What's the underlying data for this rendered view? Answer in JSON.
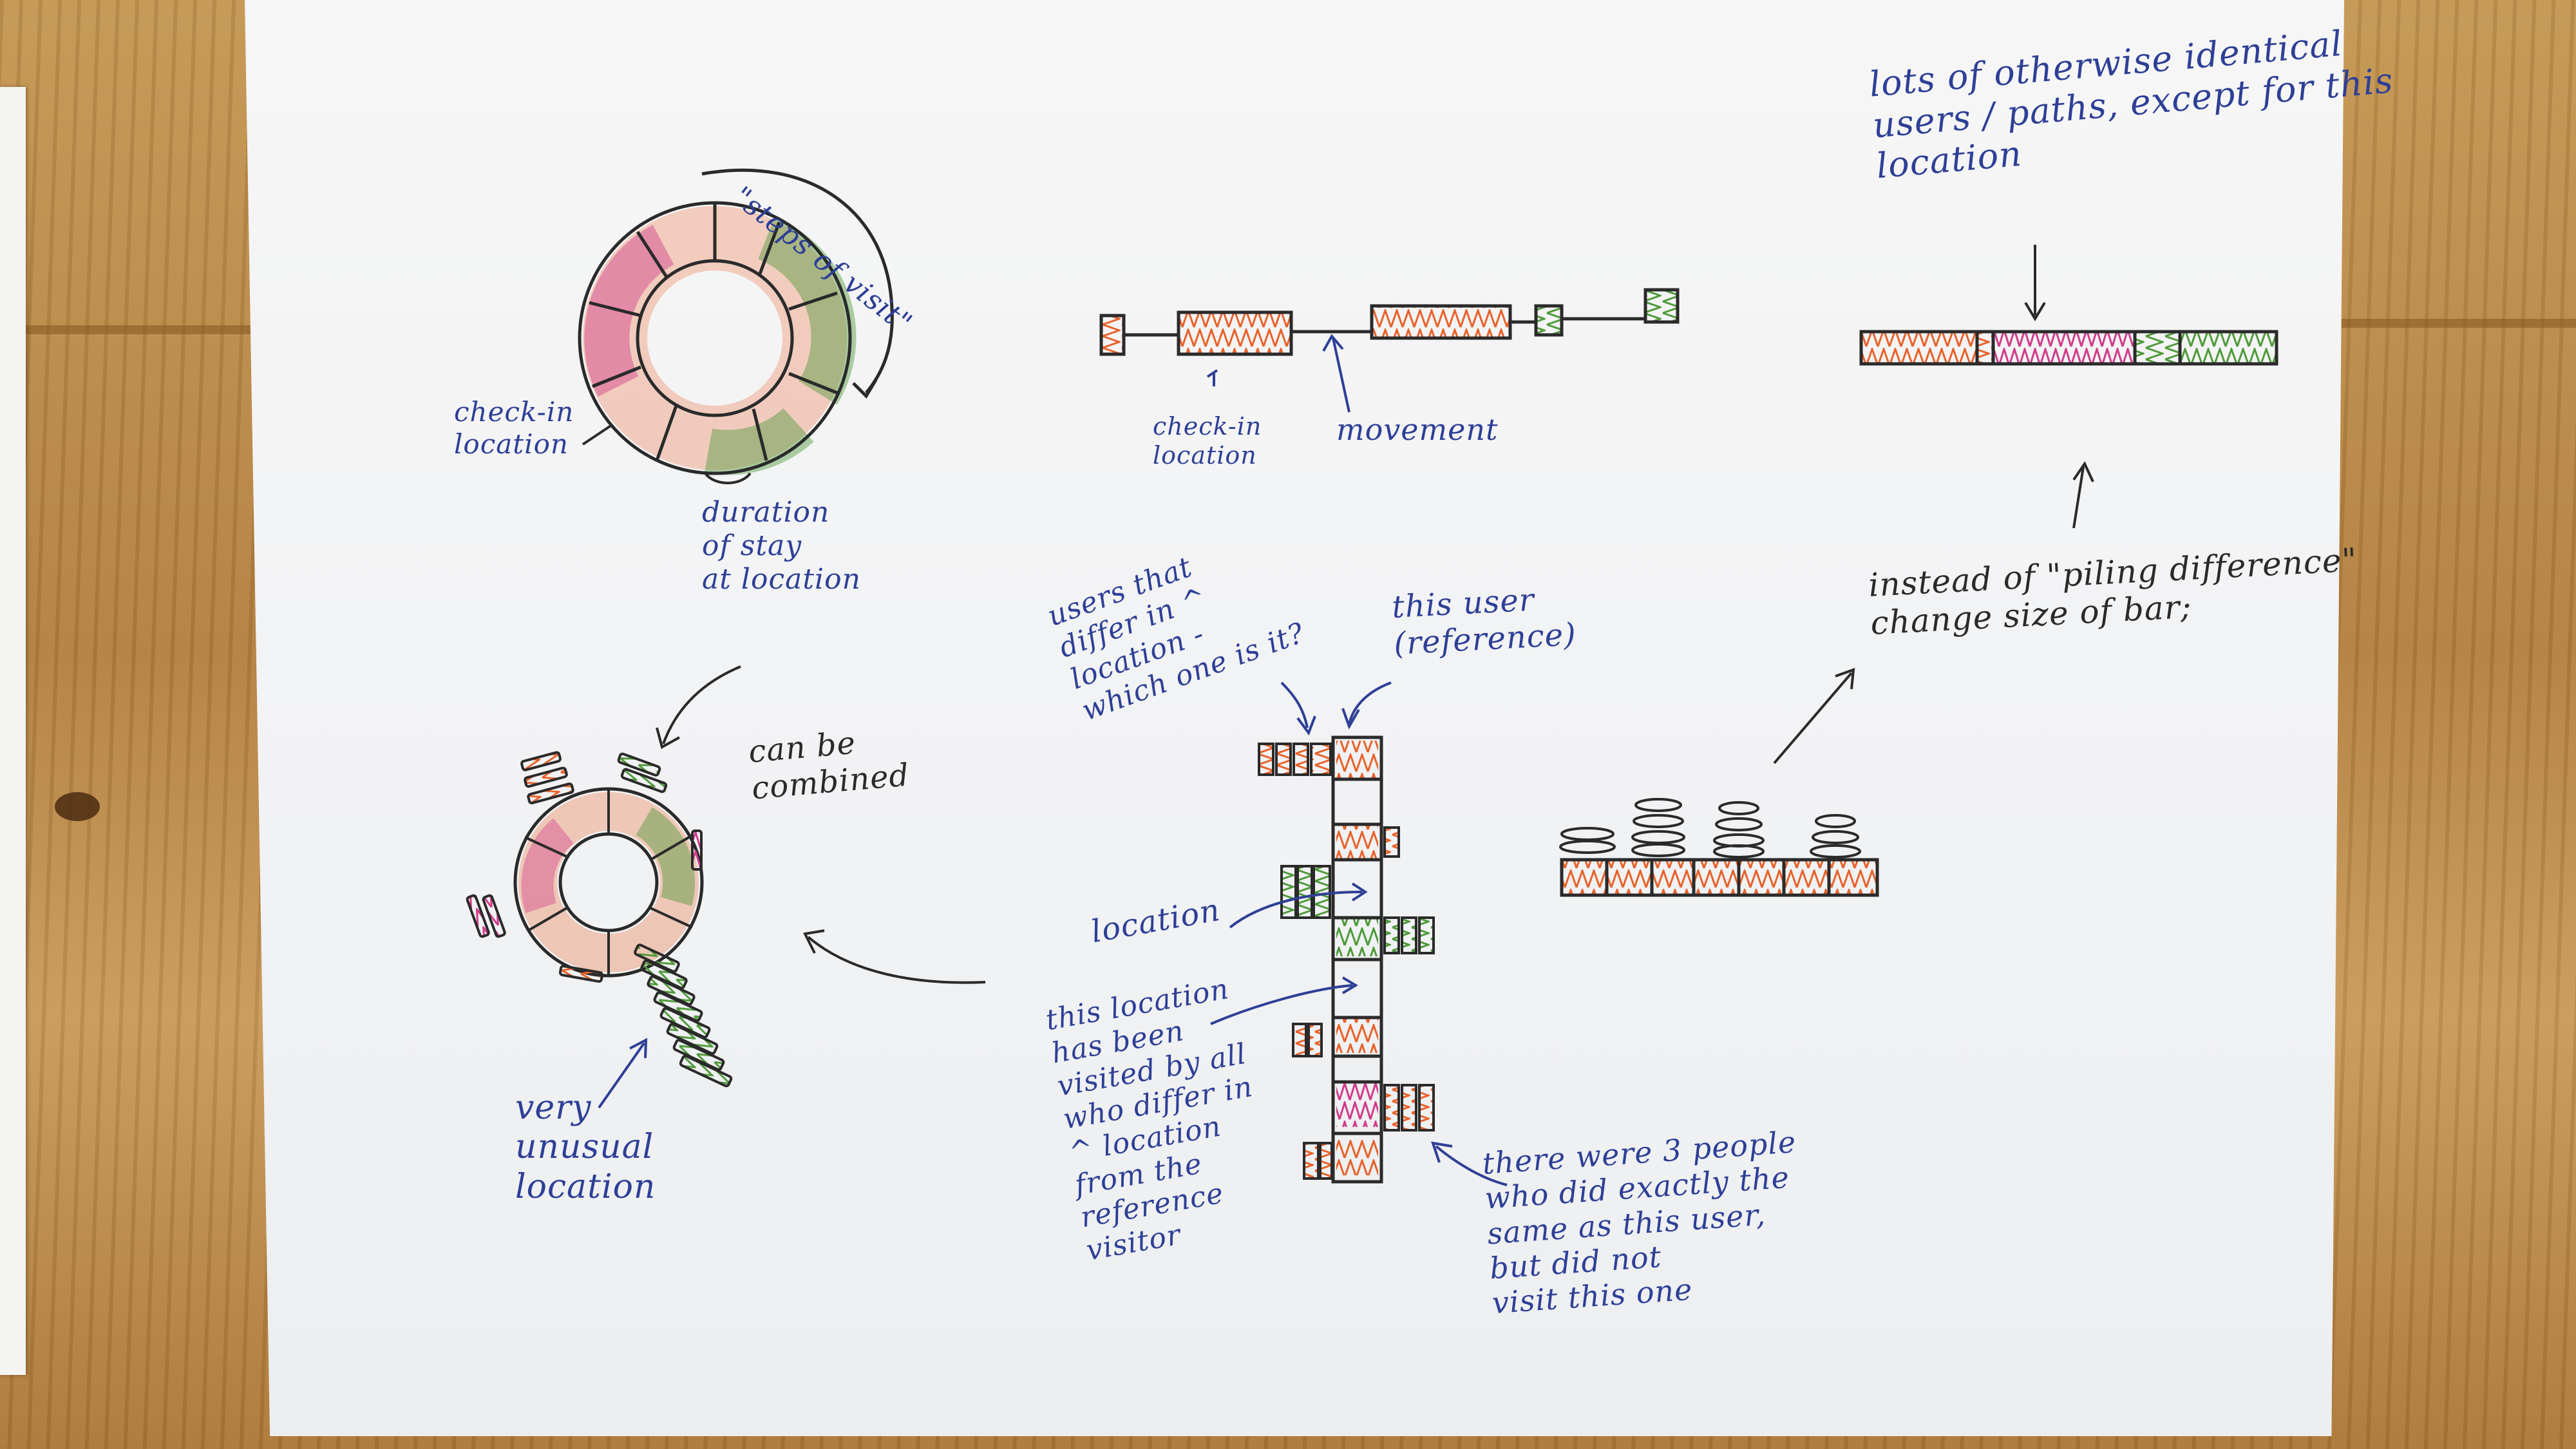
{
  "labels": {
    "steps_of_visit": "\"steps of visit\"",
    "checkin_location_ring": "check-in\nlocation",
    "duration": "duration\nof stay\nat location",
    "checkin_location_bar": "check-in\nlocation",
    "movement": "movement",
    "lots_identical": "lots of otherwise identical\nusers / paths, except for this\nlocation",
    "instead_piling": "instead of \"piling difference\"\nchange size of bar;",
    "can_be_combined": "can be\ncombined",
    "users_differ": "users that\ndiffer in ^\nlocation -\nwhich one is it?",
    "this_user": "this user\n(reference)",
    "location": "location",
    "visited_by_all": "this location\nhas been\nvisited by all\nwho differ in\n^ location\nfrom the\nreference\nvisitor",
    "very_unusual": "very\nunusual\nlocation",
    "three_people": "there were 3 people\nwho did exactly the\nsame as this user,\nbut did not\nvisit this one"
  },
  "colors": {
    "ink_blue": "#2e3f96",
    "ink_black": "#2a2a2a",
    "orange": "#e8622a",
    "green": "#4f9a3a",
    "pink": "#d13c8a"
  }
}
